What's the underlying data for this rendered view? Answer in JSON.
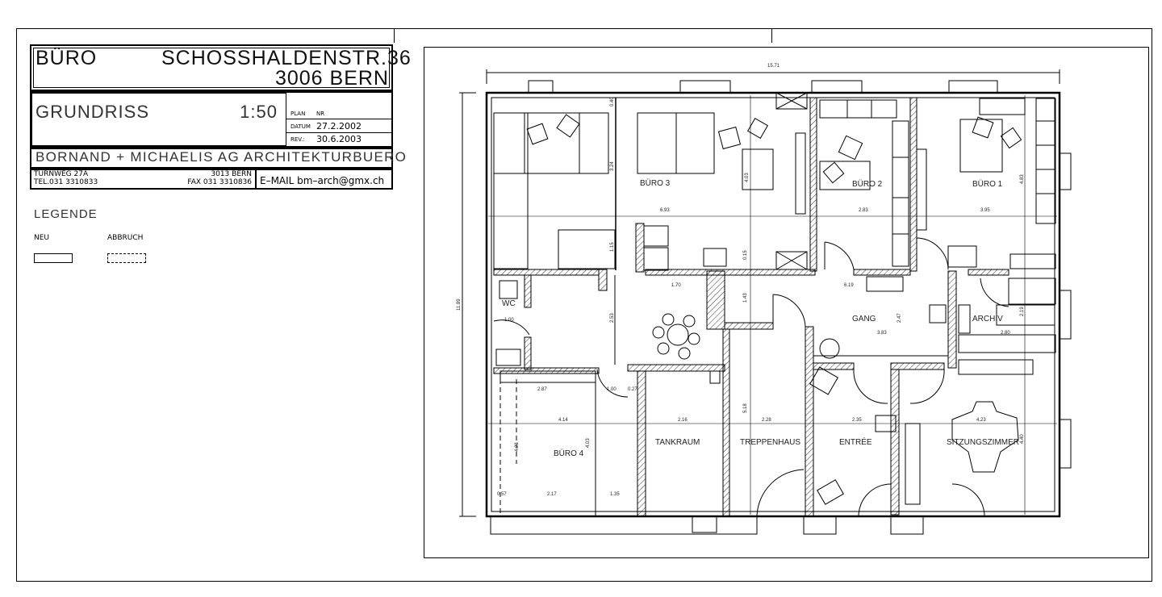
{
  "title_block": {
    "office": "BÜRO",
    "street": "SCHOSSHALDENSTR.36",
    "city": "3006 BERN",
    "drawing": "GRUNDRISS",
    "scale": "1:50",
    "plan_label": "PLAN",
    "plan_value": "NR",
    "date_label": "DATUM",
    "date_value": "27.2.2002",
    "rev_label": "REV.:",
    "rev_value": "30.6.2003",
    "firm": "BORNAND + MICHAELIS AG ARCHITEKTURBUERO",
    "addr_line1": "TURNWEG 27A",
    "addr_city": "3013 BERN",
    "tel": "TEL.031 3310833",
    "fax": "FAX 031 3310836",
    "email": "E–MAIL bm–arch@gmx.ch"
  },
  "legend": {
    "title": "LEGENDE",
    "new_label": "NEU",
    "demolition_label": "ABBRUCH"
  },
  "rooms": {
    "buero3": "BÜRO 3",
    "buero2": "BÜRO 2",
    "buero1": "BÜRO 1",
    "wc": "WC",
    "gang": "GANG",
    "archiv": "ARCHIV",
    "buero4": "BÜRO 4",
    "tankraum": "TANKRAUM",
    "treppenhaus": "TREPPENHAUS",
    "entree": "ENTRÉE",
    "sitzungszimmer": "SITZUNGSZIMMER"
  },
  "dimensions": {
    "overall_width": "15.71",
    "overall_height": "11.89",
    "d_040": "0.40",
    "d_324": "3.24",
    "d_693": "6.93",
    "d_403a": "4.03",
    "d_283": "2.83",
    "d_395": "3.95",
    "d_483": "4.83",
    "d_115": "1.15",
    "d_015": "0.15",
    "d_170": "1.70",
    "d_619": "6.19",
    "d_100a": "1.00",
    "d_253": "2.53",
    "d_143": "1.43",
    "d_383": "3.83",
    "d_247": "2.47",
    "d_219": "2.19",
    "d_280": "2.80",
    "d_287": "2.87",
    "d_100b": "1.00",
    "d_027": "0.27",
    "d_414": "4.14",
    "d_216": "2.16",
    "d_518": "5.18",
    "d_228": "2.28",
    "d_235": "2.35",
    "d_423a": "4.23",
    "d_440": "4.40",
    "d_423b": "4.23",
    "d_403b": "4.03",
    "d_057": "0.57",
    "d_217": "2.17",
    "d_135": "1.35"
  }
}
